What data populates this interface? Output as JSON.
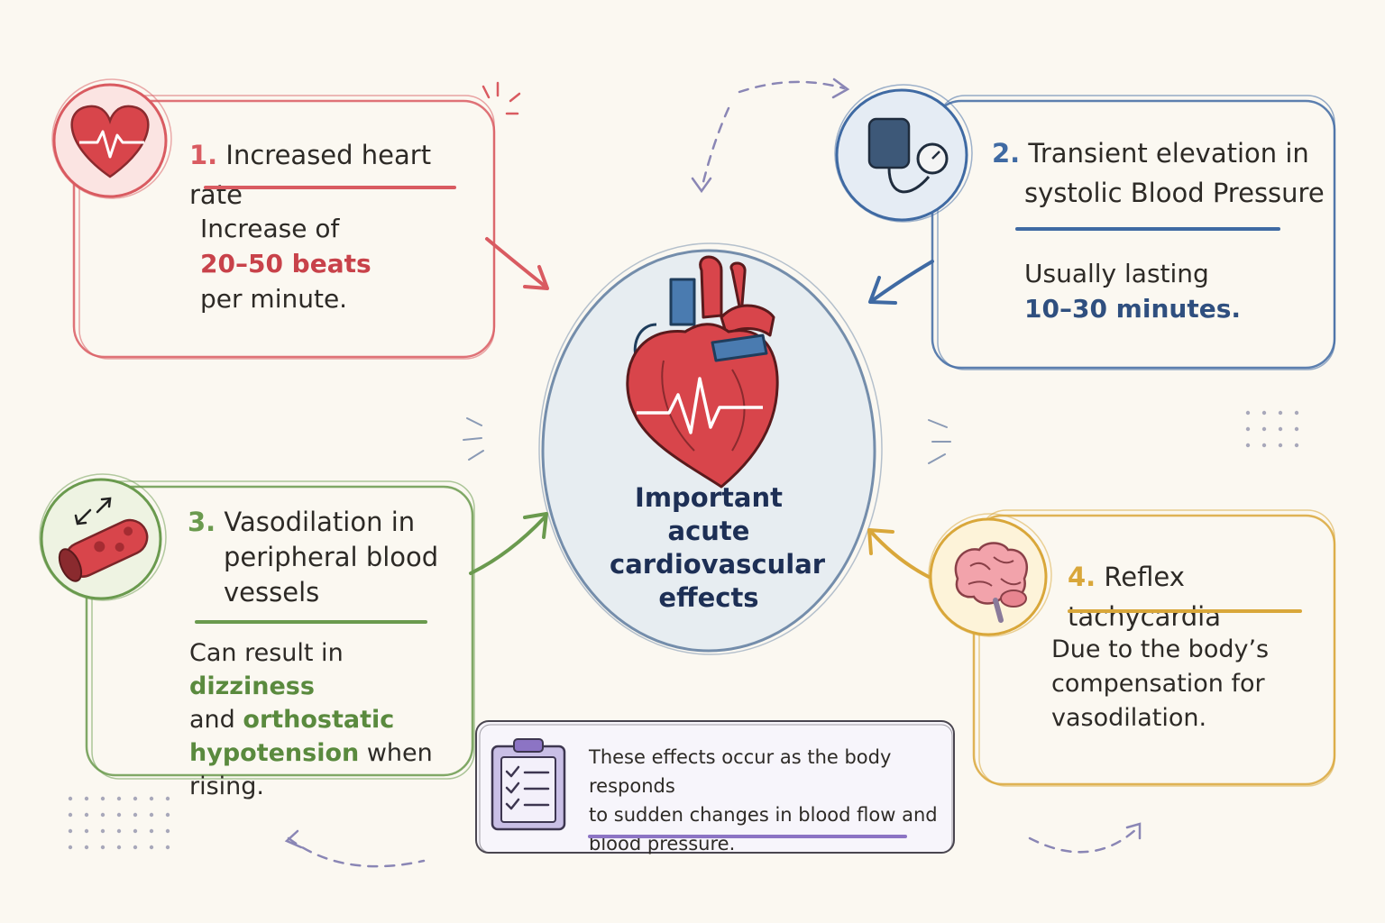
{
  "center": {
    "title": "Important acute cardiovascular effects"
  },
  "cards": [
    {
      "number": "1.",
      "title": "Increased heart rate",
      "body_pre": "Increase of",
      "highlight_1": "20–50 beats",
      "body_post": "per minute.",
      "accent": "#d95b61",
      "fill": "#fbe4e2"
    },
    {
      "number": "2.",
      "title_line1": "Transient elevation in",
      "title_line2": "systolic Blood Pressure",
      "body_pre": "Usually lasting",
      "highlight_1": "10–30 minutes.",
      "accent": "#3f6aa3",
      "fill": "#e5ecf4"
    },
    {
      "number": "3.",
      "title_line1": "Vasodilation in",
      "title_line2": "peripheral blood",
      "title_line3": "vessels",
      "body_1": "Can result in",
      "highlight_1": "dizziness",
      "body_2": "and",
      "highlight_2": "orthostatic",
      "highlight_3": "hypotension",
      "body_3": "when",
      "body_4": "rising.",
      "accent": "#6a9a4e",
      "fill": "#eef3e2"
    },
    {
      "number": "4.",
      "title": "Reflex tachycardia",
      "body_line1": "Due to the body’s",
      "body_line2": "compensation for",
      "body_line3": "vasodilation.",
      "accent": "#d9a73a",
      "fill": "#fdf3d9"
    }
  ],
  "note": {
    "line1": "These effects occur as the body responds",
    "line2": "to sudden changes in blood flow and",
    "line3": "blood pressure.",
    "accent": "#8c74c4"
  }
}
